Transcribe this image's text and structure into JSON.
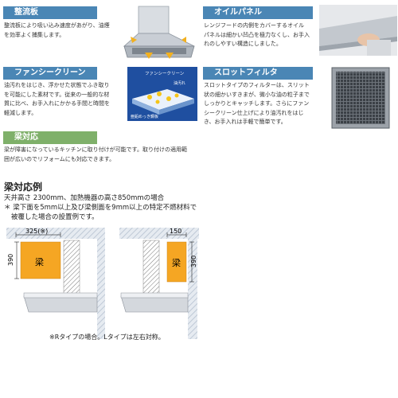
{
  "sections": {
    "seiryuban": {
      "title": "整流板",
      "desc": [
        "整流板により吸い込み速度があがり、油煙",
        "を効率よく捕集します。"
      ]
    },
    "oil_panel": {
      "title": "オイルパネル",
      "desc": [
        "レンジフードの内側をカバーするオイル",
        "パネルは細かい凹凸を極力なくし、お手入",
        "れのしやすい構造にしました。"
      ]
    },
    "fancy_clean": {
      "title": "ファンシークリーン",
      "desc": [
        "油汚れをはじき、浮かせた状態でふき取り",
        "を可能にした素材です。従来の一般的な材",
        "質に比べ、お手入れにかかる手間と時間を",
        "軽減します。"
      ],
      "diagram_labels": {
        "top": "ファンシークリーン",
        "oil": "油汚れ",
        "base": "亜鉛めっき鋼板"
      }
    },
    "slot_filter": {
      "title": "スロットフィルタ",
      "desc": [
        "スロットタイプのフィルターは、スリット",
        "状の細かいすきまが、微小な油の粒子まで",
        "しっかりとキャッチします。さらにファン",
        "シークリーン仕上げにより油汚れをはじ",
        "き、お手入れは手軽で簡単です。"
      ]
    },
    "beam": {
      "title": "梁対応",
      "desc": [
        "梁が障害になっているキッチンに取り付けが可能です。取り付けの適用範",
        "囲が広いのでリフォームにも対応できます。"
      ]
    }
  },
  "example": {
    "heading": "梁対応例",
    "line1": "天井高さ 2300mm、加熱機器の高さ850mmの場合",
    "line2": "＊ 梁下面を5mm以上及び梁側面を9mm以上の特定不燃材料で",
    "line3": "被覆した場合の設置例です。",
    "note": "※Rタイプの場合。Lタイプは左右対称。"
  },
  "diagram": {
    "left": {
      "width_label": "325(※)",
      "height_label": "390",
      "beam_label": "梁"
    },
    "right": {
      "width_label": "150",
      "height_label": "390",
      "beam_label": "梁"
    }
  },
  "colors": {
    "tag_blue": "#4a86b5",
    "tag_green": "#7fb06a",
    "beam_orange": "#f5a623",
    "wall_hatch": "#bfc9d6"
  }
}
